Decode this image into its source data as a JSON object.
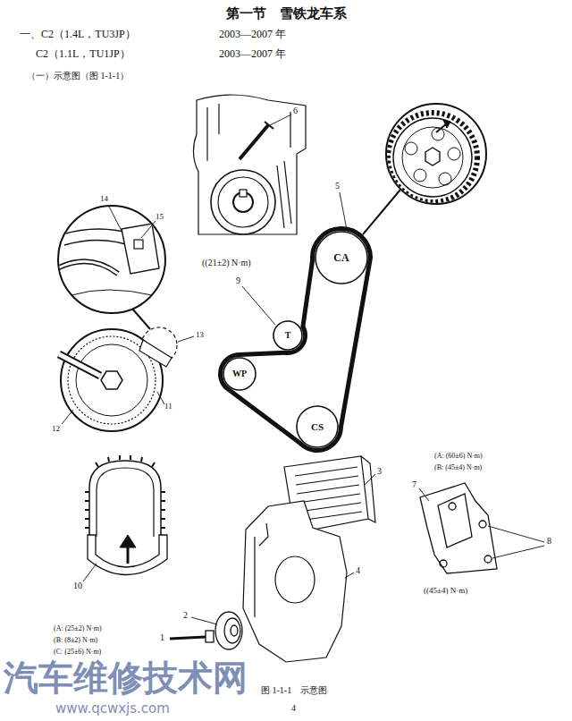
{
  "diagram": {
    "title": "第一节　雪铁龙车系",
    "caption": "图 1-1-1　示意图",
    "nodes": [
      {
        "text": [
          "CA"
        ]
      },
      {
        "text": [
          "T"
        ]
      },
      {
        "text": [
          "WP"
        ]
      },
      {
        "text": [
          "CS"
        ]
      }
    ],
    "edges": [
      {
        "from": 0,
        "to": 1,
        "arrow": "none"
      },
      {
        "from": 1,
        "to": 2,
        "arrow": "none"
      },
      {
        "from": 2,
        "to": 3,
        "arrow": "none"
      },
      {
        "from": 3,
        "to": 0,
        "arrow": "none"
      }
    ],
    "labels": [
      "一、C2（1.4L，TU3JP）",
      "2003—2007 年",
      "C2（1.1L，TU1JP）",
      "2003—2007 年",
      "（一）示意图（图 1-1-1）",
      "6",
      "5",
      "14",
      "15",
      "((21±2) N·m)",
      "9",
      "13",
      "11",
      "12",
      "3",
      "(A: (60±6) N·m)",
      "(B: (45±4) N·m)",
      "7",
      "8",
      "((45±4) N·m)",
      "10",
      "4",
      "2",
      "(A: (25±2) N·m)",
      "(B: (8±2) N·m)",
      "(C: (25±6) N·m)",
      "1",
      "4",
      "汽车维修技术网",
      "www.qcwxjs.com"
    ]
  }
}
